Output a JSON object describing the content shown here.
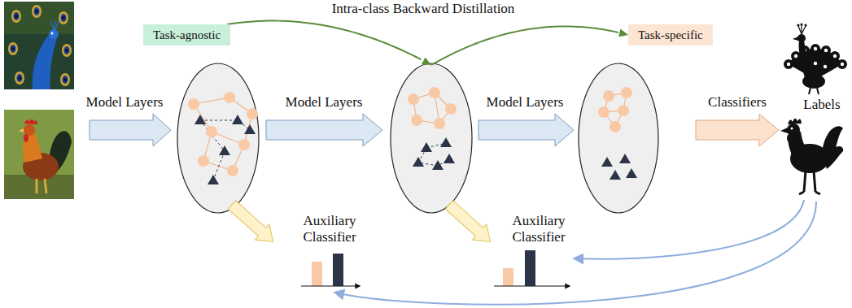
{
  "diagram": {
    "title": "Intra-class Backward Distillation",
    "nodes": [
      {
        "text": [
          "Task-agnostic"
        ]
      },
      {
        "text": [
          "Task-specific"
        ]
      }
    ],
    "edges": [
      {
        "from": 0,
        "to": 1,
        "arrow": "to"
      }
    ],
    "labels": [
      "Model Layers",
      "Model Layers",
      "Model Layers",
      "Classifiers",
      "Labels",
      "Auxiliary Classifier",
      "Auxiliary Classifier"
    ]
  }
}
